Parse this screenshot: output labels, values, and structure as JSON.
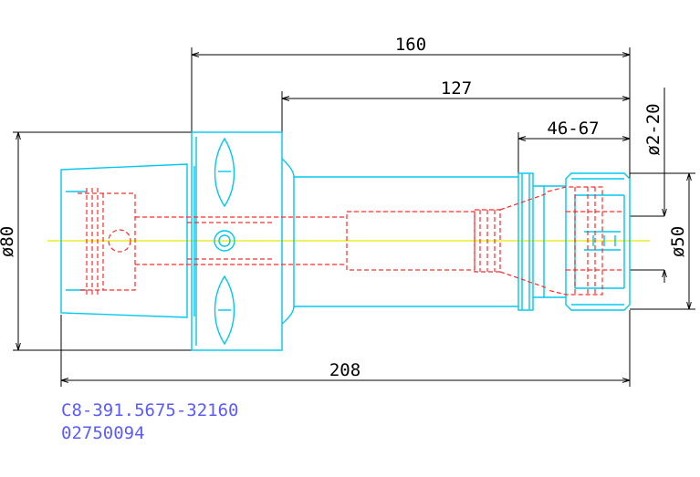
{
  "dimensions": {
    "overall_length": "160",
    "shank_length": "127",
    "clamp_range": "46-67",
    "collet_range": "ø2-20",
    "flange_diameter": "ø80",
    "nut_diameter": "ø50",
    "total_length": "208"
  },
  "part": {
    "code": "C8-391.5675-32160",
    "number": "02750094"
  },
  "colors": {
    "outline": "#00c8f0",
    "hidden_lines": "#ff2a2a",
    "center_line": "#e6e600",
    "dimension_lines": "#000000",
    "part_text": "#5b5bff"
  }
}
